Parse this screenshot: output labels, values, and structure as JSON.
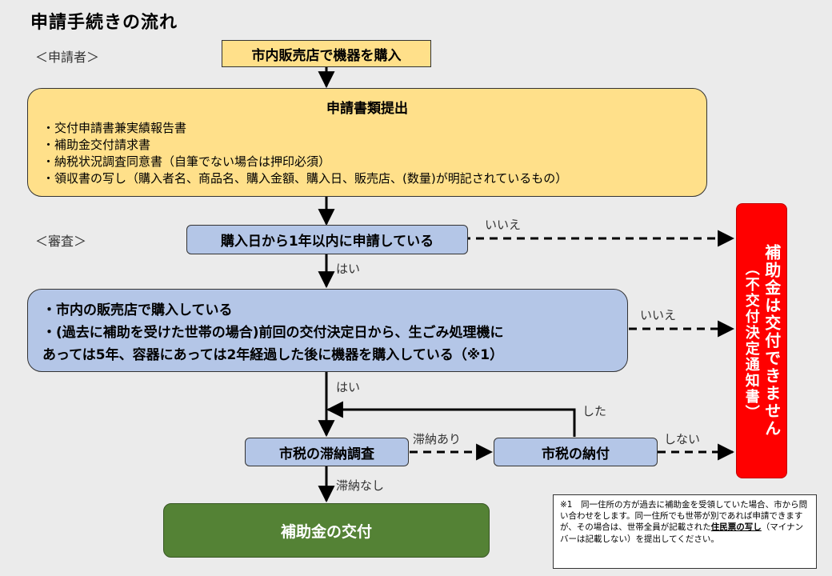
{
  "page": {
    "title": "申請手続きの流れ"
  },
  "labels": {
    "applicant": "＜申請者＞",
    "review": "＜審査＞"
  },
  "boxes": {
    "purchase": "市内販売店で機器を購入",
    "submit": {
      "heading": "申請書類提出",
      "items": [
        "・交付申請書兼実績報告書",
        "・補助金交付請求書",
        "・納税状況調査同意書（自筆でない場合は押印必須）",
        "・領収書の写し（購入者名、商品名、購入金額、購入日、販売店、(数量)が明記されているもの）"
      ]
    },
    "check_within_year": "購入日から1年以内に申請している",
    "check_store": {
      "line1": "・市内の販売店で購入している",
      "line2": "・(過去に補助を受けた世帯の場合)前回の交付決定日から、生ごみ処理機に",
      "line3": "あっては5年、容器にあっては2年経過した後に機器を購入している（※1）"
    },
    "tax_check": "市税の滞納調査",
    "tax_payment": "市税の納付",
    "grant": "補助金の交付",
    "rejected": {
      "main": "補助金は交付できません",
      "sub": "（不交付決定通知書）"
    }
  },
  "edges": {
    "yes1": "はい",
    "no1": "いいえ",
    "yes2": "はい",
    "no2": "いいえ",
    "delinquent": "滞納あり",
    "paid": "した",
    "not_paid": "しない",
    "not_delinquent": "滞納なし"
  },
  "note": {
    "part1": "※1　同一住所の方が過去に補助金を受領していた場合、市から問い合わせをします。同一住所でも世帯が別であれば申請できますが、その場合は、世帯全員が記載された",
    "emphasis": "住民票の写し",
    "part2": "（マイナンバーは記載しない）を提出してください。"
  }
}
